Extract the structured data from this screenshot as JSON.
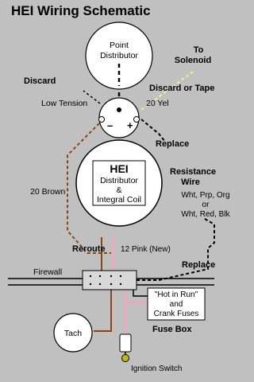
{
  "title": "HEI Wiring Schematic",
  "components": {
    "point_distributor": [
      "Point",
      "Distributor"
    ],
    "hei": [
      "HEI",
      "Distributor",
      "&",
      "Integral Coil"
    ],
    "fuse_box_note": [
      "\"Hot in Run\"",
      "and",
      "Crank Fuses"
    ],
    "tach": "Tach",
    "coil_minus": "–",
    "coil_plus": "+"
  },
  "labels": {
    "to_solenoid": [
      "To",
      "Solenoid"
    ],
    "discard_left": "Discard",
    "discard_or_tape": "Discard or Tape",
    "low_tension": "Low Tension",
    "yel_20": "20 Yel",
    "replace_top": "Replace",
    "resistance_wire": [
      "Resistance",
      "Wire"
    ],
    "resistance_colors": [
      "Wht, Prp, Org",
      "or",
      "Wht, Red, Blk"
    ],
    "brown_20": "20 Brown",
    "reroute": "Reroute",
    "pink_12": "12 Pink (New)",
    "replace_bottom": "Replace",
    "firewall": "Firewall",
    "fuse_box": "Fuse Box",
    "ignition_switch": "Ignition Switch"
  },
  "colors": {
    "background": "#c0c0c0",
    "brown_wire": "#8b4513",
    "pink_wire": "#ff9fbf",
    "yellow_wire": "#ffff66",
    "black_wire": "#000000",
    "component_fill": "#ffffff",
    "bulb_fill": "#bfbf00"
  }
}
